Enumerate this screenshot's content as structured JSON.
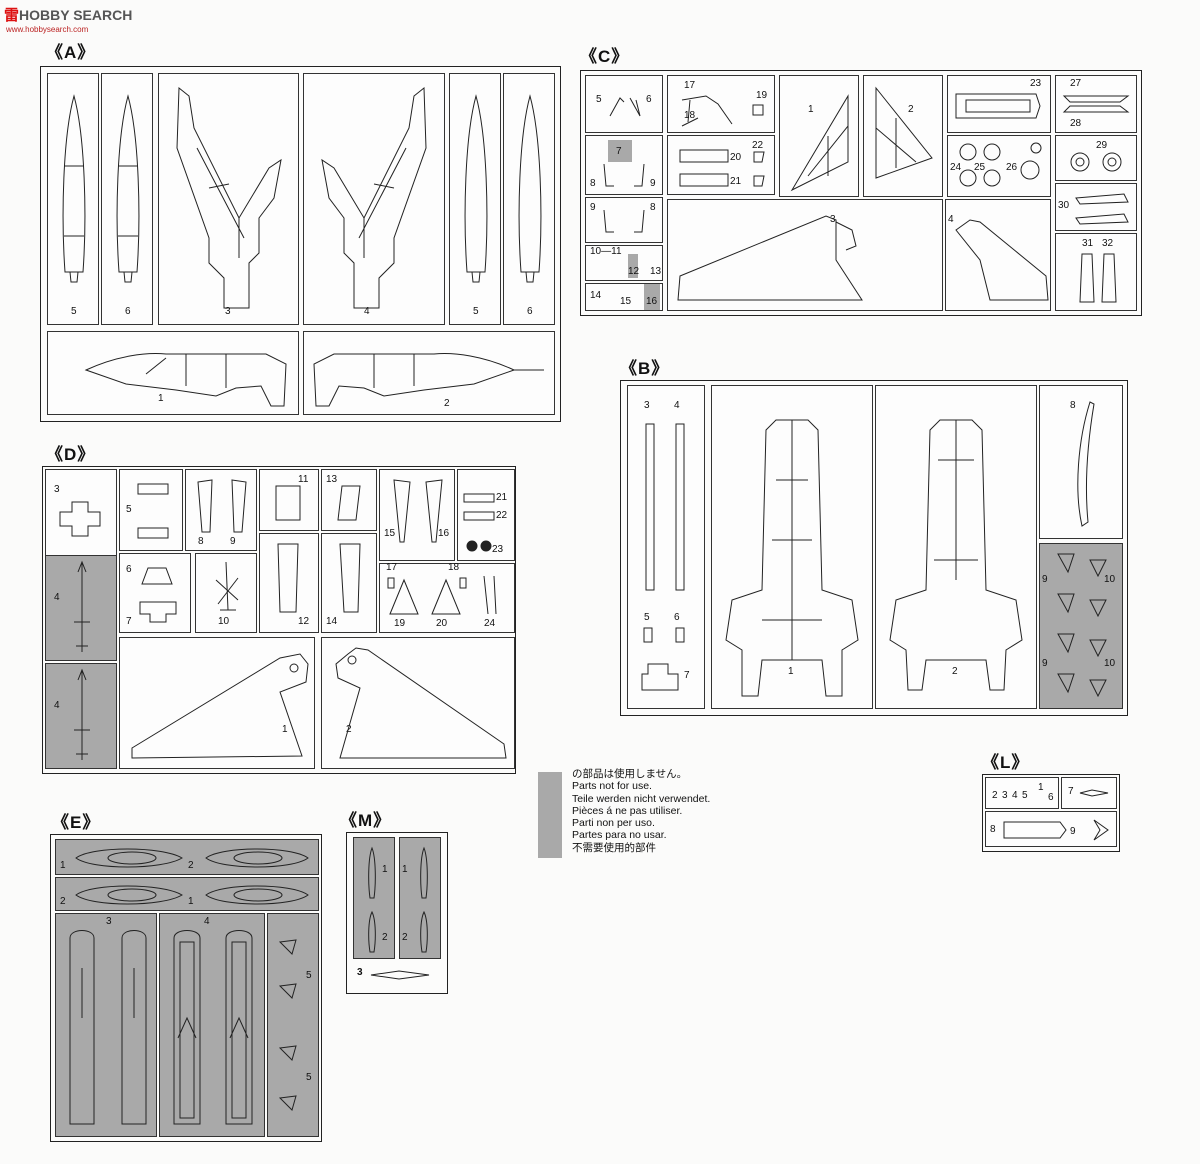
{
  "watermark": {
    "logo": "雷",
    "logo_rest": "HOBBY SEARCH",
    "url": "www.hobbysearch.com"
  },
  "sections": {
    "A": "《A》",
    "B": "《B》",
    "C": "《C》",
    "D": "《D》",
    "E": "《E》",
    "L": "《L》",
    "M": "《M》"
  },
  "legend": {
    "lines": [
      "の部品は使用しません。",
      "Parts not for use.",
      "Teile werden nicht verwendet.",
      "Pièces á ne pas utiliser.",
      "Parti non per uso.",
      "Partes para no usar.",
      "不需要使用的部件"
    ]
  },
  "A": {
    "n5a": "5",
    "n6a": "6",
    "n3": "3",
    "n4": "4",
    "n5b": "5",
    "n6b": "6",
    "n1": "1",
    "n2": "2"
  },
  "C": {
    "n5": "5",
    "n6": "6",
    "n17": "17",
    "n18": "18",
    "n19": "19",
    "n1": "1",
    "n2": "2",
    "n23": "23",
    "n27": "27",
    "n28": "28",
    "n7": "7",
    "n8a": "8",
    "n9a": "9",
    "n22": "22",
    "n20": "20",
    "n21": "21",
    "n24": "24",
    "n25": "25",
    "n26": "26",
    "n29": "29",
    "n9b": "9",
    "n8b": "8",
    "n3": "3",
    "n4": "4",
    "n30": "30",
    "n31": "31",
    "n32": "32",
    "n10_11": "10—11",
    "n12": "12",
    "n13": "13",
    "n14": "14",
    "n15": "15",
    "n16": "16"
  },
  "B": {
    "n3": "3",
    "n4": "4",
    "n5": "5",
    "n6": "6",
    "n7": "7",
    "n1": "1",
    "n2": "2",
    "n8": "8",
    "n9a": "9",
    "n10a": "10",
    "n9b": "9",
    "n10b": "10"
  },
  "D": {
    "n3": "3",
    "n4a": "4",
    "n4b": "4",
    "n5": "5",
    "n6": "6",
    "n7": "7",
    "n8": "8",
    "n9": "9",
    "n10": "10",
    "n11": "11",
    "n12": "12",
    "n13": "13",
    "n14": "14",
    "n15": "15",
    "n16": "16",
    "n17": "17",
    "n18": "18",
    "n19": "19",
    "n20": "20",
    "n21": "21",
    "n22": "22",
    "n23": "23",
    "n24": "24",
    "n1": "1",
    "n2": "2"
  },
  "E": {
    "n1a": "1",
    "n2a": "2",
    "n2b": "2",
    "n1b": "1",
    "n3": "3",
    "n4": "4",
    "n5a": "5",
    "n5b": "5"
  },
  "M": {
    "n1a": "1",
    "n1b": "1",
    "n2a": "2",
    "n2b": "2",
    "n3": "3"
  },
  "L": {
    "n2": "2",
    "n3": "3",
    "n4": "4",
    "n5": "5",
    "n1": "1",
    "n6": "6",
    "n7": "7",
    "n8": "8",
    "n9": "9"
  },
  "colors": {
    "unused_gray": "#a9a9a9",
    "line": "#222222"
  }
}
